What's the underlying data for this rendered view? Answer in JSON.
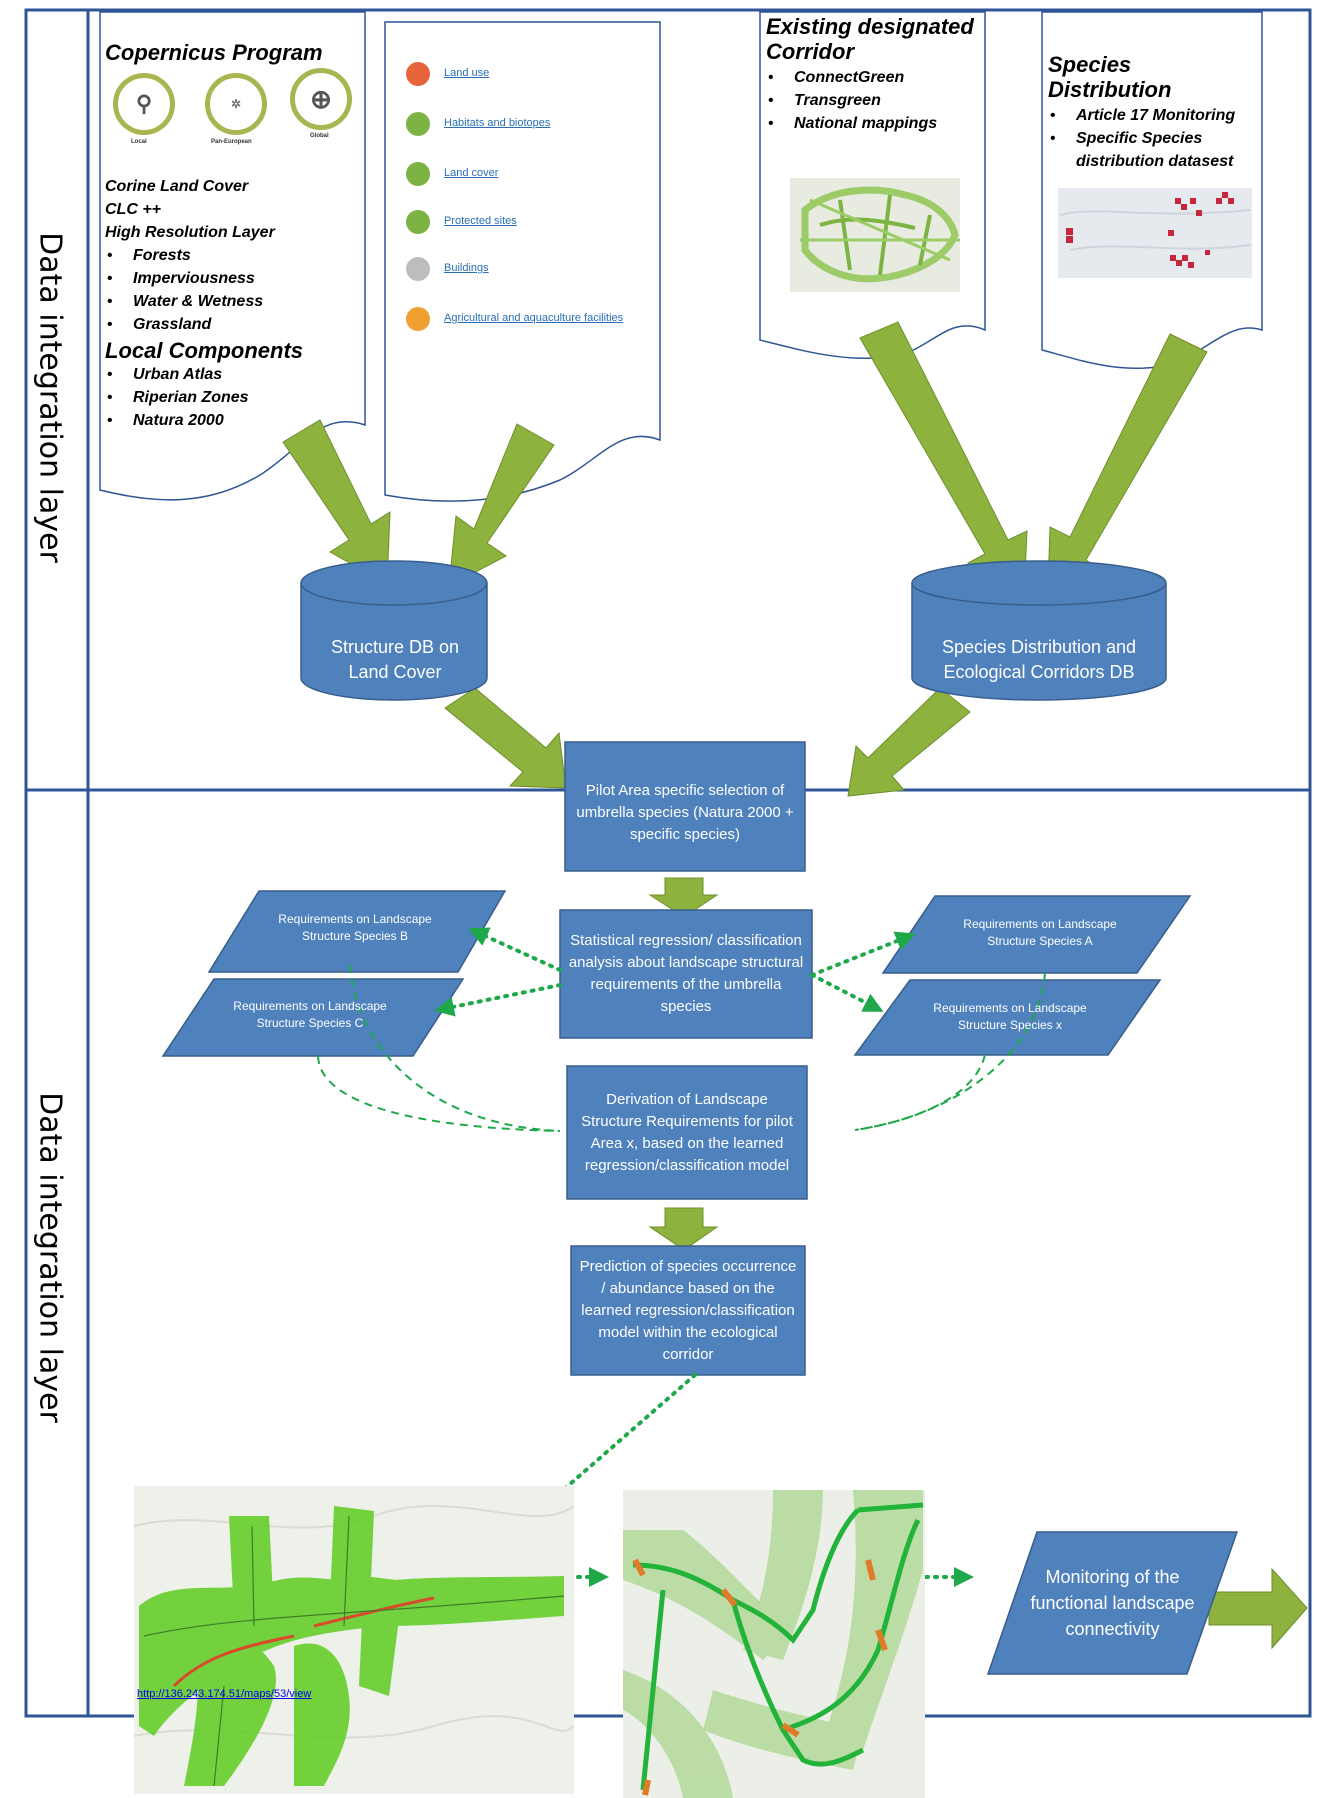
{
  "side_labels": {
    "top": "Data integration layer",
    "bottom": "Data integration layer"
  },
  "copernicus": {
    "title": "Copernicus Program",
    "icons": [
      {
        "name": "local-icon",
        "label": "Local"
      },
      {
        "name": "pan-european-icon",
        "label": "Pan-European"
      },
      {
        "name": "global-icon",
        "label": "Global"
      }
    ],
    "lines": [
      "Corine Land Cover",
      "CLC ++",
      "High Resolution Layer"
    ],
    "hrl_items": [
      "Forests",
      "Imperviousness",
      "Water & Wetness",
      "Grassland"
    ],
    "local_title": "Local Components",
    "local_items": [
      "Urban Atlas",
      "Riperian Zones",
      "Natura 2000"
    ]
  },
  "legend": {
    "items": [
      {
        "icon": "land-use-icon",
        "label": "Land use",
        "color": "#e8643a"
      },
      {
        "icon": "habitats-icon",
        "label": "Habitats and biotopes",
        "color": "#7cb342"
      },
      {
        "icon": "land-cover-icon",
        "label": "Land cover",
        "color": "#7cb342"
      },
      {
        "icon": "protected-sites-icon",
        "label": "Protected sites",
        "color": "#7cb342"
      },
      {
        "icon": "buildings-icon",
        "label": "Buildings",
        "color": "#9e9e9e"
      },
      {
        "icon": "agri-facilities-icon",
        "label": "Agricultural and aquaculture facilities",
        "color": "#f0a030"
      }
    ]
  },
  "corridor": {
    "title": "Existing designated Corridor",
    "items": [
      "ConnectGreen",
      "Transgreen",
      "National mappings"
    ]
  },
  "species_dist": {
    "title": "Species Distribution",
    "items": [
      "Article 17 Monitoring",
      "Specific Species distribution datasest"
    ]
  },
  "db": {
    "structure": "Structure DB on Land Cover",
    "species": "Species Distribution and Ecological Corridors DB"
  },
  "boxes": {
    "pilot": "Pilot Area specific selection of umbrella species (Natura 2000 + specific species)",
    "stat": "Statistical regression/ classification analysis  about landscape structural requirements of the umbrella species",
    "derivation": "Derivation of Landscape Structure Requirements for pilot Area x, based on the learned regression/classification model",
    "prediction": "Prediction of species occurrence / abundance based on the learned regression/classification model within the ecological corridor",
    "monitoring": "Monitoring of the functional landscape connectivity"
  },
  "requirements": {
    "b": "Requirements on Landscape Structure Species B",
    "c": "Requirements on Landscape Structure Species C",
    "a": "Requirements on Landscape Structure Species A",
    "x": "Requirements on Landscape Structure Species x"
  },
  "map_link": "http://136.243.174.51/maps/53/view",
  "colors": {
    "box_fill": "#4f81bd",
    "box_stroke": "#385d8a",
    "arrow_green": "#8db33e",
    "dotted_green": "#1ea84a",
    "frame_blue": "#2f5597"
  }
}
